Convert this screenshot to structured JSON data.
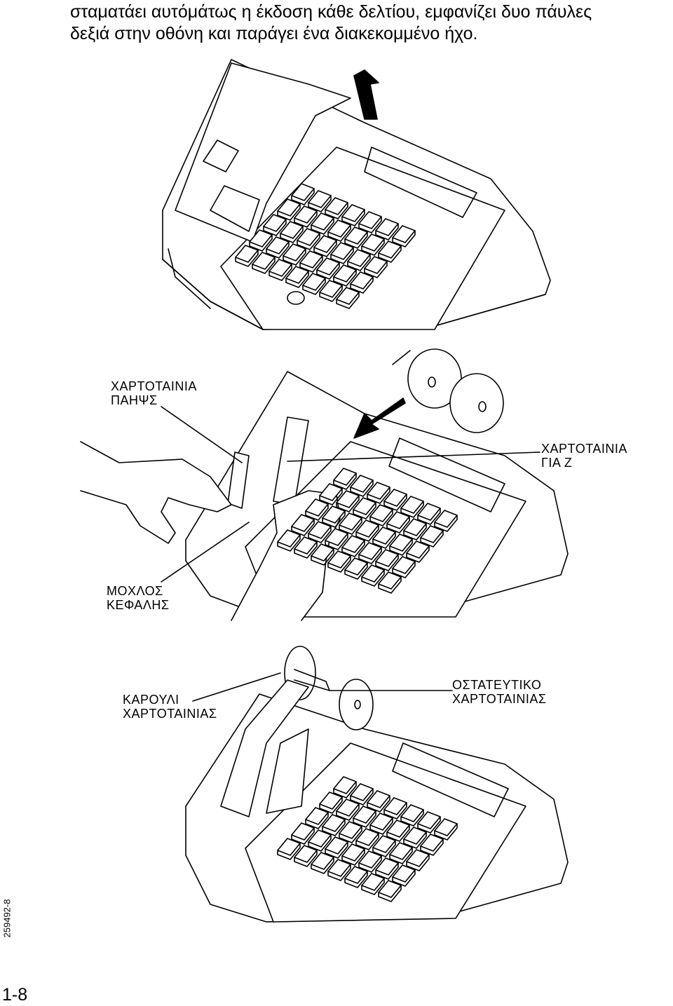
{
  "intro": {
    "line1": "σταματάει αυτόμάτως η έκδοση κάθε δελτίου, εμφανίζει δυο πάυλες",
    "line2": "δεξιά στην οθόνη και παράγει ένα διακεκομμένο ήχο."
  },
  "labels": {
    "journal_paper": [
      "ΧΑΡΤΟΤΑΙΝΙΑ",
      "ΠΑΗΨΣ"
    ],
    "z_paper": [
      "ΧΑΡΤΟΤΑΙΝΙΑ",
      "ΓΙΑ Ζ"
    ],
    "head_lever": [
      "ΜΟΧΛΟΣ",
      "ΚΕΦΑΛΗΣ"
    ],
    "paper_reel": [
      "ΚΑΡΟΥΛΙ",
      "ΧΑΡΤΟΤΑΙΝΙΑΣ"
    ],
    "paper_retainer": [
      "ΟΣΤΑΤΕΥΤΙΚΟ",
      "ΧΑΡΤΟΤΑΙΝΙΑΣ"
    ]
  },
  "figure_code": "259492-8",
  "page_number": "1-8"
}
